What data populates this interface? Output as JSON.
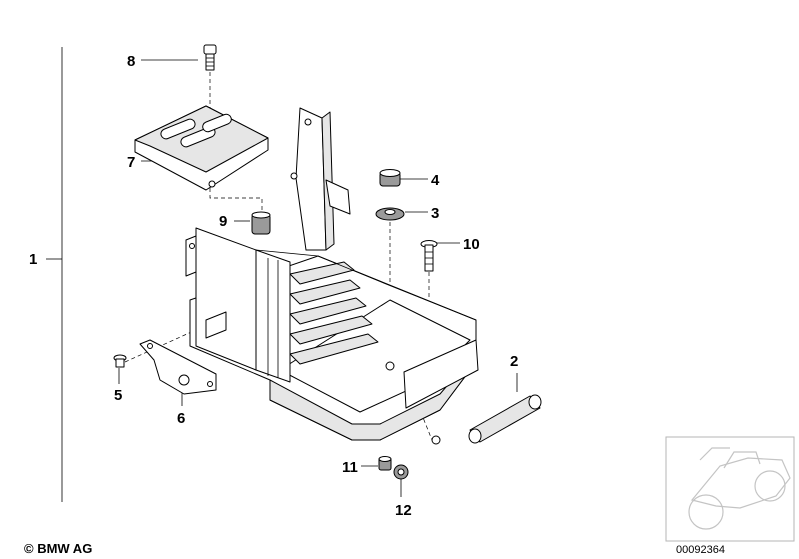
{
  "callouts": {
    "p1": "1",
    "p2": "2",
    "p3": "3",
    "p4": "4",
    "p5": "5",
    "p6": "6",
    "p7": "7",
    "p8": "8",
    "p9": "9",
    "p10": "10",
    "p11": "11",
    "p12": "12"
  },
  "footer": {
    "copyright": "© BMW AG",
    "document_number": "00092364"
  },
  "thumbnail_icon": "motorcycle-silhouette-icon"
}
